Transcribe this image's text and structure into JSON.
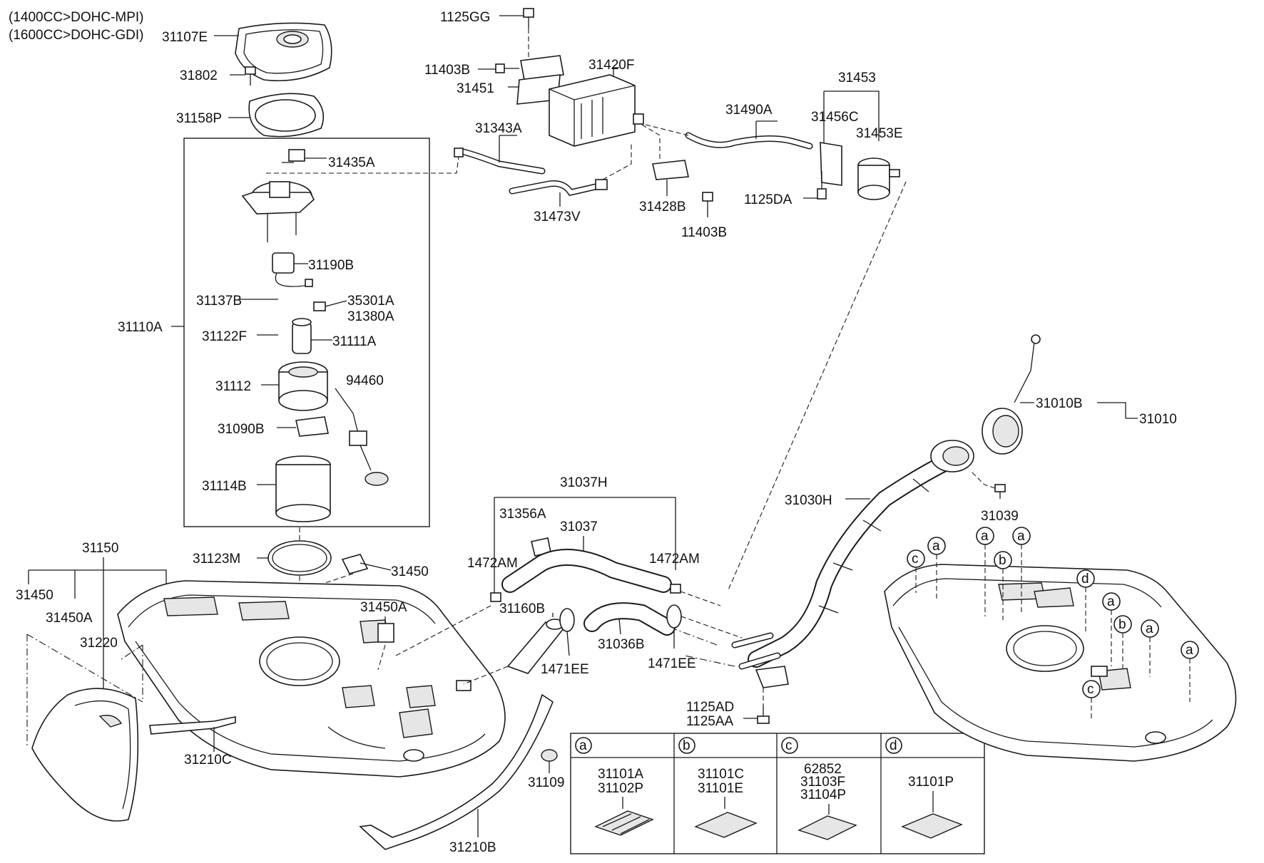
{
  "notes": {
    "engine_1400": "(1400CC>DOHC-MPI)",
    "engine_1600": "(1600CC>DOHC-GDI)"
  },
  "labels": {
    "p31107E": "31107E",
    "p31802": "31802",
    "p31158P": "31158P",
    "p31435A": "31435A",
    "p31190B": "31190B",
    "p31137B": "31137B",
    "p35301A": "35301A",
    "p31380A": "31380A",
    "p31110A": "31110A",
    "p31122F": "31122F",
    "p31111A": "31111A",
    "p31112": "31112",
    "p94460": "94460",
    "p31090B": "31090B",
    "p31114B": "31114B",
    "p31123M": "31123M",
    "p31450_top": "31450",
    "p31150": "31150",
    "p31450_left": "31450",
    "p31450A_left": "31450A",
    "p31220": "31220",
    "p31450A_mid": "31450A",
    "p31210C": "31210C",
    "p1125GG": "1125GG",
    "p11403B_top": "11403B",
    "p31451": "31451",
    "p31420F": "31420F",
    "p31343A": "31343A",
    "p31473V": "31473V",
    "p31428B": "31428B",
    "p11403B_bot": "11403B",
    "p31490A": "31490A",
    "p31453": "31453",
    "p31456C": "31456C",
    "p31453E": "31453E",
    "p1125DA": "1125DA",
    "p31010B": "31010B",
    "p31010": "31010",
    "p31030H": "31030H",
    "p31039": "31039",
    "p31037H": "31037H",
    "p31356A": "31356A",
    "p31037": "31037",
    "p1472AM_left": "1472AM",
    "p1472AM_right": "1472AM",
    "p31160B": "31160B",
    "p31036B": "31036B",
    "p1471EE_left": "1471EE",
    "p1471EE_right": "1471EE",
    "p1125AD": "1125AD",
    "p1125AA": "1125AA",
    "p31109": "31109",
    "p31210B": "31210B"
  },
  "callouts": [
    "a",
    "b",
    "c",
    "d"
  ],
  "legend": {
    "headers": [
      "a",
      "b",
      "c",
      "d"
    ],
    "cells": [
      [
        "31101A",
        "31102P"
      ],
      [
        "31101C",
        "31101E"
      ],
      [
        "62852",
        "31103F",
        "31104P"
      ],
      [
        "31101P"
      ]
    ]
  }
}
